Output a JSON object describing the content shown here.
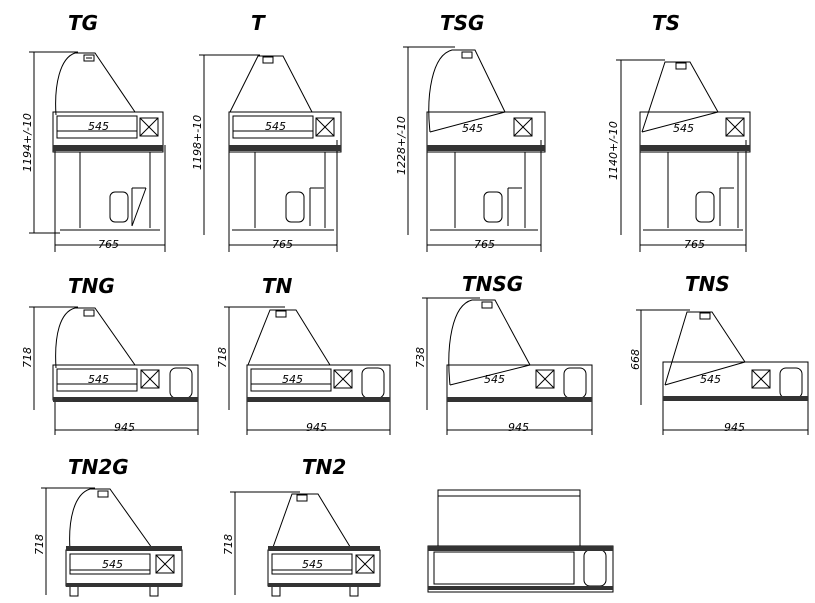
{
  "diagram_title": "",
  "models": [
    {
      "label": "TG",
      "height": "1194+/-10",
      "width": "765",
      "inner_width": "545",
      "glass": "curved",
      "variant": "tall",
      "row": 1
    },
    {
      "label": "T",
      "height": "1198+-10",
      "width": "765",
      "inner_width": "545",
      "glass": "straight",
      "variant": "tall",
      "row": 1
    },
    {
      "label": "TSG",
      "height": "1228+/-10",
      "width": "765",
      "inner_width": "545",
      "glass": "curved",
      "variant": "tall",
      "row": 1
    },
    {
      "label": "TS",
      "height": "1140+/-10",
      "width": "765",
      "inner_width": "545",
      "glass": "straight",
      "variant": "tall",
      "row": 1
    },
    {
      "label": "TNG",
      "height": "718",
      "width": "945",
      "inner_width": "545",
      "glass": "curved",
      "variant": "low",
      "row": 2
    },
    {
      "label": "TN",
      "height": "718",
      "width": "945",
      "inner_width": "545",
      "glass": "straight",
      "variant": "low",
      "row": 2
    },
    {
      "label": "TNSG",
      "height": "738",
      "width": "945",
      "inner_width": "545",
      "glass": "curved",
      "variant": "low",
      "row": 2
    },
    {
      "label": "TNS",
      "height": "668",
      "width": "945",
      "inner_width": "545",
      "glass": "straight",
      "variant": "low",
      "row": 2
    },
    {
      "label": "TN2G",
      "height": "718",
      "width": "",
      "inner_width": "545",
      "glass": "curved",
      "variant": "compact",
      "row": 3
    },
    {
      "label": "TN2",
      "height": "718",
      "width": "",
      "inner_width": "545",
      "glass": "straight",
      "variant": "compact",
      "row": 3
    },
    {
      "label": "",
      "height": "",
      "width": "",
      "inner_width": "",
      "glass": "box",
      "variant": "box",
      "row": 3
    }
  ]
}
